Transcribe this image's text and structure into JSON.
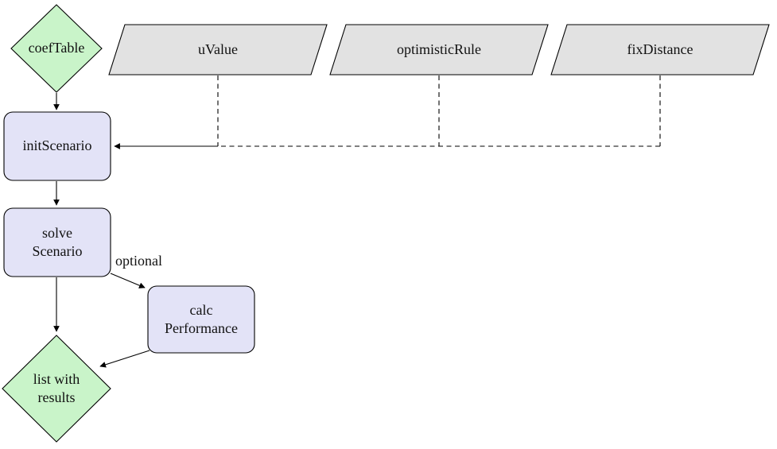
{
  "diagram_type": "flowchart",
  "colors": {
    "background": "#ffffff",
    "stroke": "#000000",
    "text": "#111111",
    "data_node_fill": "#c9f4c9",
    "process_node_fill": "#e3e3f7",
    "io_node_fill": "#e2e2e2"
  },
  "nodes": {
    "coef_table": {
      "label": "coefTable",
      "shape": "diamond"
    },
    "u_value": {
      "label": "uValue",
      "shape": "parallelogram"
    },
    "optimistic_rule": {
      "label": "optimisticRule",
      "shape": "parallelogram"
    },
    "fix_distance": {
      "label": "fixDistance",
      "shape": "parallelogram"
    },
    "init_scenario": {
      "label": "initScenario",
      "shape": "rounded-rect"
    },
    "solve_scenario": {
      "label": "solve\nScenario",
      "shape": "rounded-rect"
    },
    "calc_performance": {
      "label": "calc\nPerformance",
      "shape": "rounded-rect"
    },
    "results": {
      "label": "list with\nresults",
      "shape": "diamond"
    }
  },
  "edges": [
    {
      "from": "coefTable",
      "to": "initScenario",
      "style": "solid-arrow",
      "label": ""
    },
    {
      "from": "uValue",
      "to": "initScenario",
      "style": "dashed",
      "label": ""
    },
    {
      "from": "optimisticRule",
      "to": "initScenario",
      "style": "dashed",
      "label": ""
    },
    {
      "from": "fixDistance",
      "to": "initScenario",
      "style": "dashed",
      "label": ""
    },
    {
      "from": "solveScenario",
      "to": "calcPerformance",
      "style": "solid-arrow",
      "label": "optional"
    },
    {
      "from": "initScenario",
      "to": "solveScenario",
      "style": "solid-arrow",
      "label": ""
    },
    {
      "from": "solveScenario",
      "to": "list with results",
      "style": "solid-arrow",
      "label": ""
    },
    {
      "from": "calcPerformance",
      "to": "list with results",
      "style": "solid-arrow",
      "label": ""
    }
  ]
}
